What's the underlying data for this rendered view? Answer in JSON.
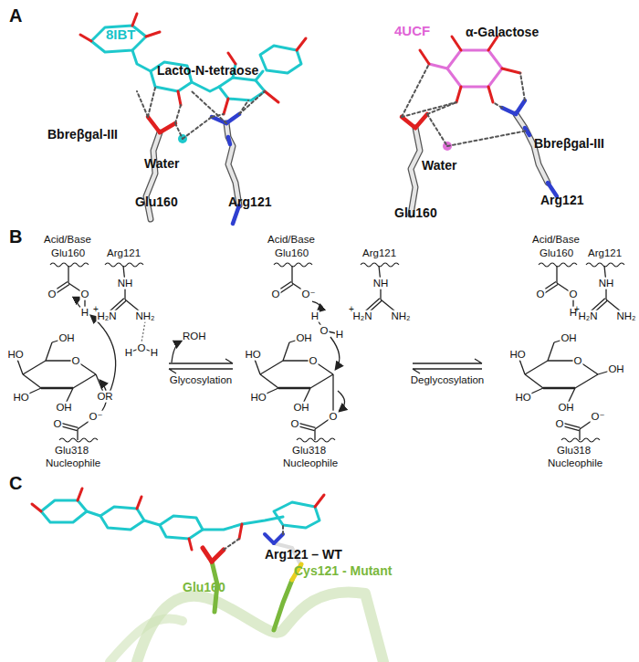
{
  "diagram": {
    "labels": [
      "A",
      "8IBT",
      "Lacto-N-tetraose",
      "Bbreβgal-III",
      "Water",
      "Glu160",
      "Arg121",
      "4UCF",
      "α-Galactose",
      "Water",
      "Bbreβgal-III",
      "Glu160",
      "Arg121",
      "B",
      "Acid/Base",
      "Glu160",
      "Arg121",
      "Glu318",
      "Nucleophile",
      "ROH",
      "Glycosylation",
      "Acid/Base",
      "Glu160",
      "Arg121",
      "Glu318",
      "Nucleophile",
      "Deglycosylation",
      "Acid/Base",
      "Glu160",
      "Arg121",
      "Glu318",
      "Nucleophile",
      "C",
      "Arg121 – WT",
      "Glu160",
      "Cys121 - Mutant",
      "OH",
      "HO",
      "HO",
      "OH",
      "O",
      "OR",
      "O",
      "O",
      "H",
      "NH",
      "H₂N",
      "NH₂",
      "+",
      "H",
      "O",
      "H",
      "O",
      "O⁻",
      "OH",
      "HO",
      "HO",
      "OH",
      "O",
      "O",
      "O⁻",
      "H",
      "O",
      "H",
      "NH",
      "H₂N",
      "NH₂",
      "+",
      "O",
      "O",
      "OH",
      "HO",
      "HO",
      "OH",
      "O",
      "OH",
      "O",
      "O",
      "H",
      "NH",
      "H₂N",
      "NH₂",
      "+",
      "O",
      "O⁻"
    ]
  }
}
